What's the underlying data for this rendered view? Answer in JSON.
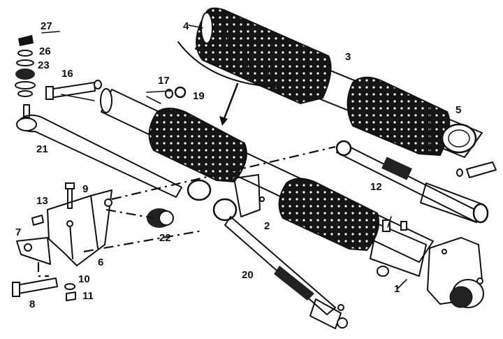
{
  "diagram": {
    "callouts": [
      {
        "id": "27",
        "text": "27"
      },
      {
        "id": "26",
        "text": "26"
      },
      {
        "id": "23",
        "text": "23"
      },
      {
        "id": "16",
        "text": "16"
      },
      {
        "id": "21",
        "text": "21"
      },
      {
        "id": "17",
        "text": "17"
      },
      {
        "id": "19",
        "text": "19"
      },
      {
        "id": "4",
        "text": "4"
      },
      {
        "id": "3",
        "text": "3"
      },
      {
        "id": "5",
        "text": "5"
      },
      {
        "id": "12",
        "text": "12"
      },
      {
        "id": "9",
        "text": "9"
      },
      {
        "id": "13",
        "text": "13"
      },
      {
        "id": "7",
        "text": "7"
      },
      {
        "id": "22",
        "text": "22"
      },
      {
        "id": "2",
        "text": "2"
      },
      {
        "id": "6",
        "text": "6"
      },
      {
        "id": "10",
        "text": "10"
      },
      {
        "id": "8",
        "text": "8"
      },
      {
        "id": "11",
        "text": "11"
      },
      {
        "id": "20",
        "text": "20"
      },
      {
        "id": "1",
        "text": "1"
      }
    ]
  }
}
